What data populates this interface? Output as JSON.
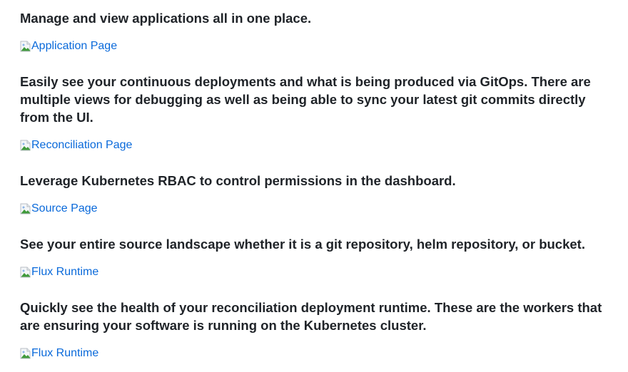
{
  "sections": [
    {
      "text": "Manage and view applications all in one place.",
      "image_alt": "Application Page"
    },
    {
      "text": "Easily see your continuous deployments and what is being produced via GitOps. There are multiple views for debugging as well as being able to sync your latest git commits directly from the UI.",
      "image_alt": "Reconciliation Page"
    },
    {
      "text": "Leverage Kubernetes RBAC to control permissions in the dashboard.",
      "image_alt": "Source Page"
    },
    {
      "text": "See your entire source landscape whether it is a git repository, helm repository, or bucket.",
      "image_alt": "Flux Runtime"
    },
    {
      "text": "Quickly see the health of your reconciliation deployment runtime. These are the workers that are ensuring your software is running on the Kubernetes cluster.",
      "image_alt": "Flux Runtime"
    }
  ],
  "colors": {
    "text": "#1f2328",
    "link": "#0969da"
  }
}
